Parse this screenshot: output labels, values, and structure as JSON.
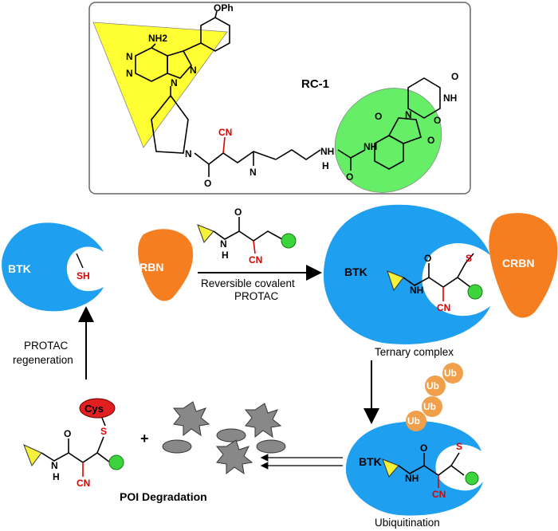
{
  "compound": {
    "name": "RC-1",
    "atoms": {
      "ophenyl": "OPh",
      "amine": "NH2",
      "n": "N",
      "nitrile": "CN",
      "o": "O",
      "nh": "NH",
      "h": "H",
      "s": "S"
    }
  },
  "proteins": {
    "btk": "BTK",
    "crbn": "CRBN",
    "thiol": "SH",
    "cys": "Cys",
    "ub": "Ub"
  },
  "steps": {
    "step1_line1": "Reversible covalent",
    "step1_line2": "PROTAC",
    "ternary": "Ternary complex",
    "ubiquitination": "Ubiquitination",
    "degradation": "POI Degradation",
    "regen_line1": "PROTAC",
    "regen_line2": "regeneration",
    "plus": "+"
  },
  "colors": {
    "btk": "#1e9fef",
    "crbn": "#f57f20",
    "warhead": "#f5f03a",
    "ligand": "#3bd43b",
    "ub": "#f0a04a",
    "cys": "#e02020",
    "highlight_yellow": "#ffff33",
    "highlight_green": "#66ee66",
    "fragment": "#888888"
  }
}
